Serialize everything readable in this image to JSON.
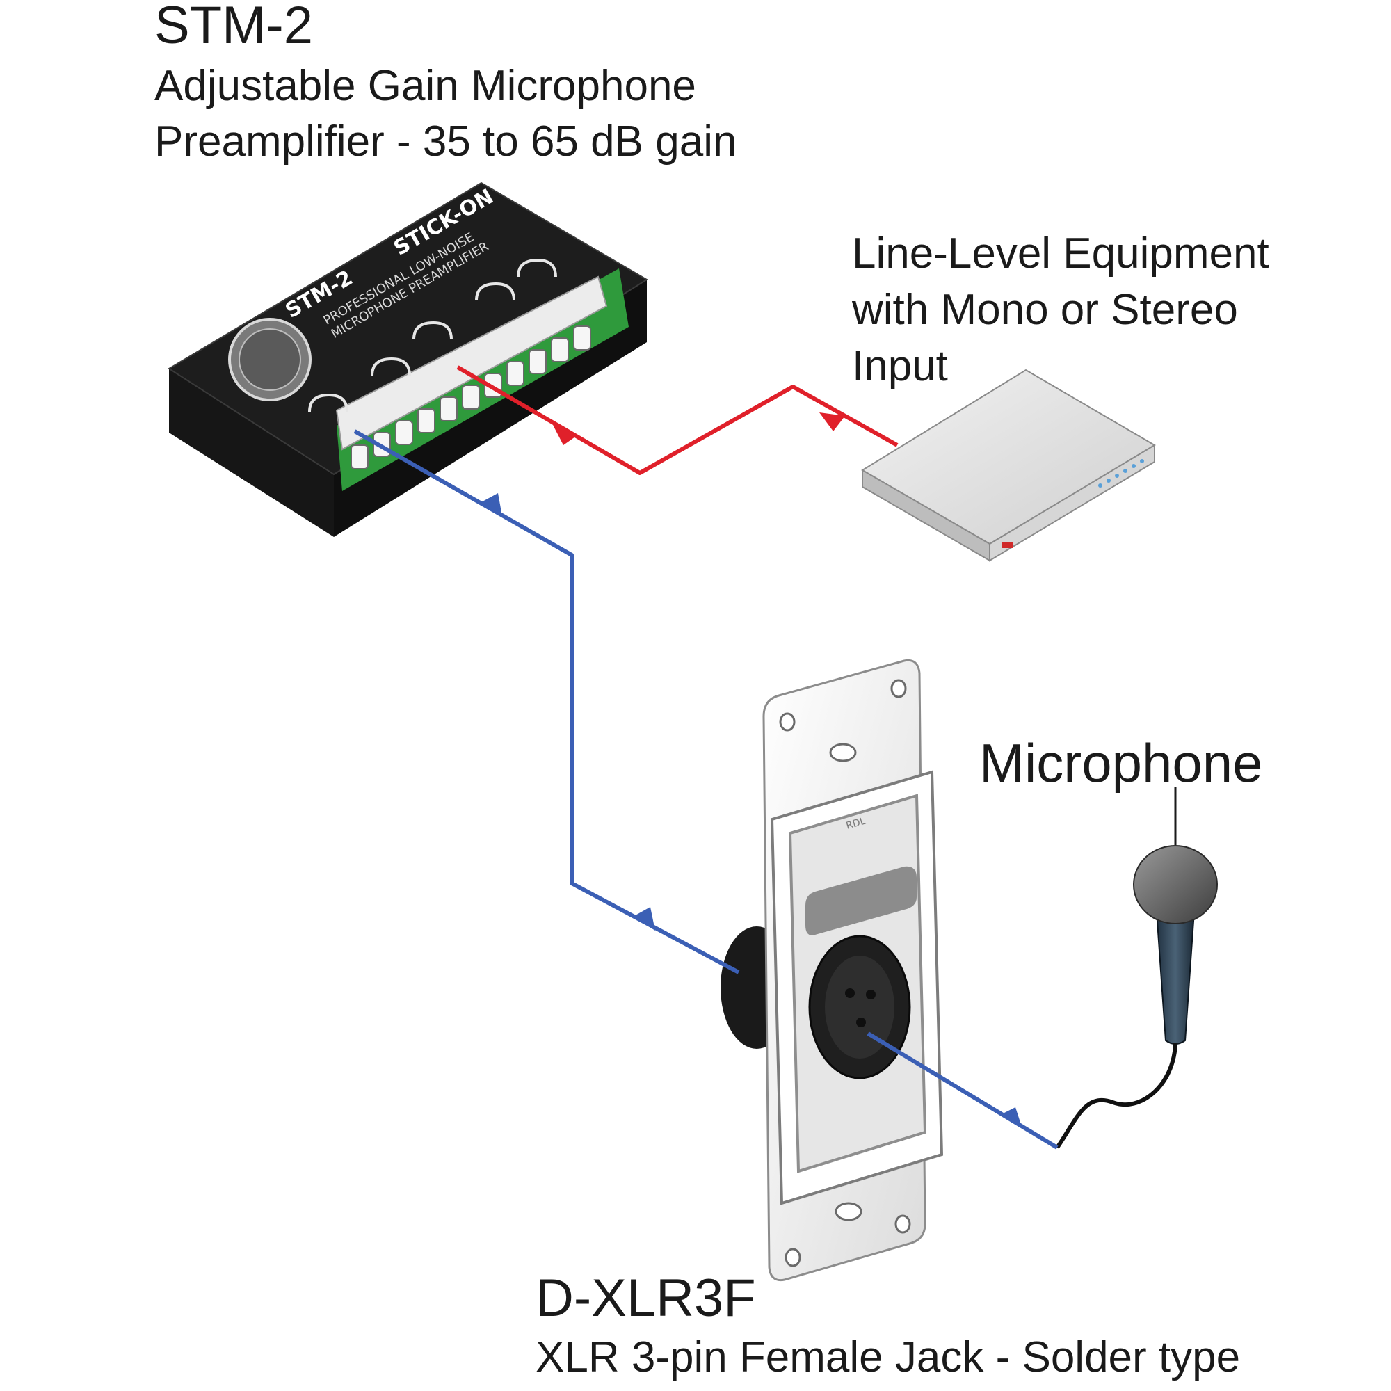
{
  "labels": {
    "stm2": {
      "title": "STM-2",
      "line1": "Adjustable Gain Microphone",
      "line2": "Preamplifier - 35 to 65 dB gain"
    },
    "line_level": {
      "line1": "Line-Level Equipment",
      "line2": "with Mono or Stereo",
      "line3": "Input"
    },
    "microphone": {
      "title": "Microphone"
    },
    "dxlr3f": {
      "title": "D-XLR3F",
      "line1": "XLR 3-pin Female Jack - Solder type"
    }
  },
  "device_print": {
    "model": "STM-2",
    "series": "STICK-ON",
    "desc1": "PROFESSIONAL LOW-NOISE",
    "desc2": "MICROPHONE PREAMPLIFIER",
    "plate_brand": "RDL"
  },
  "colors": {
    "output_wire": "#e0202a",
    "input_wire": "#3b5fb5",
    "terminal_green": "#2f9a3c",
    "device_body": "#1c1c1c"
  }
}
